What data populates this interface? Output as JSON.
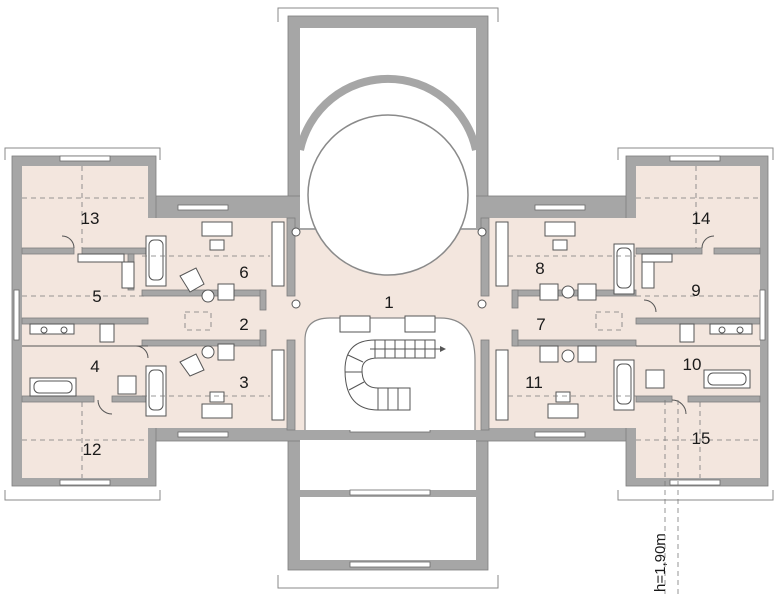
{
  "rooms": [
    {
      "id": "1",
      "label": "1"
    },
    {
      "id": "2",
      "label": "2"
    },
    {
      "id": "3",
      "label": "3"
    },
    {
      "id": "4",
      "label": "4"
    },
    {
      "id": "5",
      "label": "5"
    },
    {
      "id": "6",
      "label": "6"
    },
    {
      "id": "7",
      "label": "7"
    },
    {
      "id": "8",
      "label": "8"
    },
    {
      "id": "9",
      "label": "9"
    },
    {
      "id": "10",
      "label": "10"
    },
    {
      "id": "11",
      "label": "11"
    },
    {
      "id": "12",
      "label": "12"
    },
    {
      "id": "13",
      "label": "13"
    },
    {
      "id": "14",
      "label": "14"
    },
    {
      "id": "15",
      "label": "15"
    }
  ],
  "height_annotation": "h=1,90m",
  "colors": {
    "wall": "#a6a6a6",
    "floor": "#f3e6de",
    "line": "#555555"
  }
}
